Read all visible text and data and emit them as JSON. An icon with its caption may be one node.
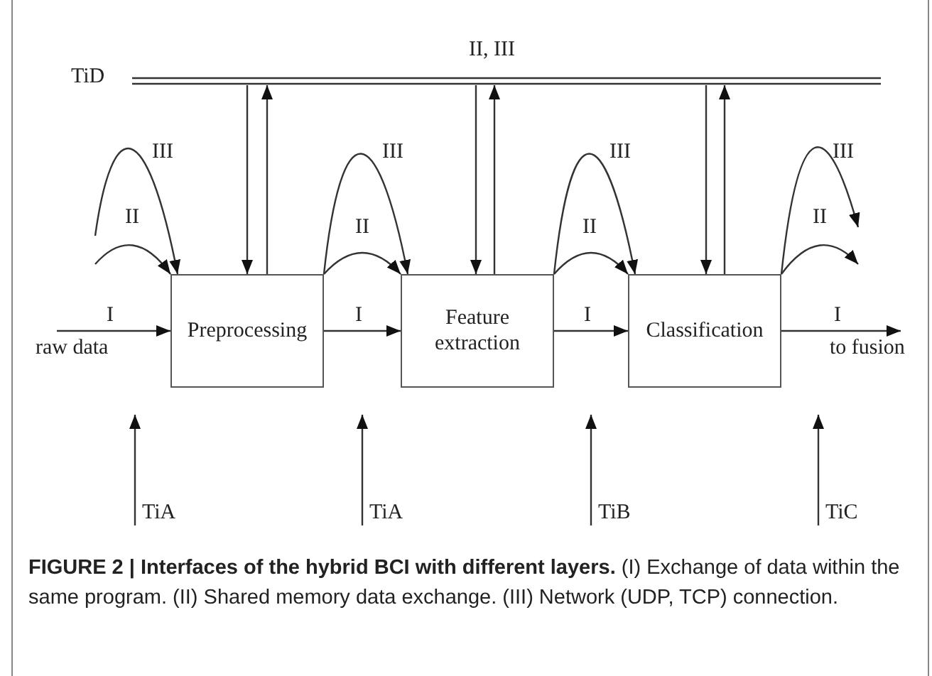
{
  "diagram": {
    "caption": "**FIGURE 2 | Interfaces of the hybrid BCI with different layers.** (I) Exchange of data within the same program. (II) Shared memory data exchange. (III) Network (UDP, TCP) connection.",
    "nodes": [
      {
        "text": [
          "TiD"
        ],
        "beside": [
          "II, III"
        ]
      },
      {
        "text": [
          "raw data"
        ]
      },
      {
        "text": [
          "Preprocessing"
        ]
      },
      {
        "text": [
          "Feature extraction"
        ]
      },
      {
        "text": [
          "Classification"
        ]
      },
      {
        "text": [
          "to fusion"
        ]
      },
      {
        "text": [
          "TiA"
        ]
      },
      {
        "text": [
          "TiA"
        ]
      },
      {
        "text": [
          "TiB"
        ]
      },
      {
        "text": [
          "TiC"
        ]
      }
    ],
    "edges": [
      {
        "from": 1,
        "to": 2,
        "arrow": "to",
        "label": "I"
      },
      {
        "from": 2,
        "to": 3,
        "arrow": "to",
        "label": "I"
      },
      {
        "from": 3,
        "to": 4,
        "arrow": "to",
        "label": "I"
      },
      {
        "from": 4,
        "to": 5,
        "arrow": "to",
        "label": "I"
      },
      {
        "from": null,
        "to": 2,
        "arrow": "to",
        "label": "II"
      },
      {
        "from": null,
        "to": 2,
        "arrow": "to",
        "label": "III"
      },
      {
        "from": 2,
        "to": 3,
        "arrow": "to",
        "label": "II"
      },
      {
        "from": 2,
        "to": 3,
        "arrow": "to",
        "label": "III"
      },
      {
        "from": 3,
        "to": 4,
        "arrow": "to",
        "label": "II"
      },
      {
        "from": 3,
        "to": 4,
        "arrow": "to",
        "label": "III"
      },
      {
        "from": 4,
        "to": null,
        "arrow": "to",
        "label": "II"
      },
      {
        "from": 4,
        "to": null,
        "arrow": "to",
        "label": "III"
      },
      {
        "from": 0,
        "to": 2,
        "arrow": "to"
      },
      {
        "from": 2,
        "to": 0,
        "arrow": "to"
      },
      {
        "from": 0,
        "to": 3,
        "arrow": "to"
      },
      {
        "from": 3,
        "to": 0,
        "arrow": "to"
      },
      {
        "from": 0,
        "to": 4,
        "arrow": "to"
      },
      {
        "from": 4,
        "to": 0,
        "arrow": "to"
      },
      {
        "from": 6,
        "to": null,
        "arrow": "to"
      },
      {
        "from": 7,
        "to": null,
        "arrow": "to"
      },
      {
        "from": 8,
        "to": null,
        "arrow": "to"
      },
      {
        "from": 9,
        "to": null,
        "arrow": "to"
      }
    ]
  }
}
